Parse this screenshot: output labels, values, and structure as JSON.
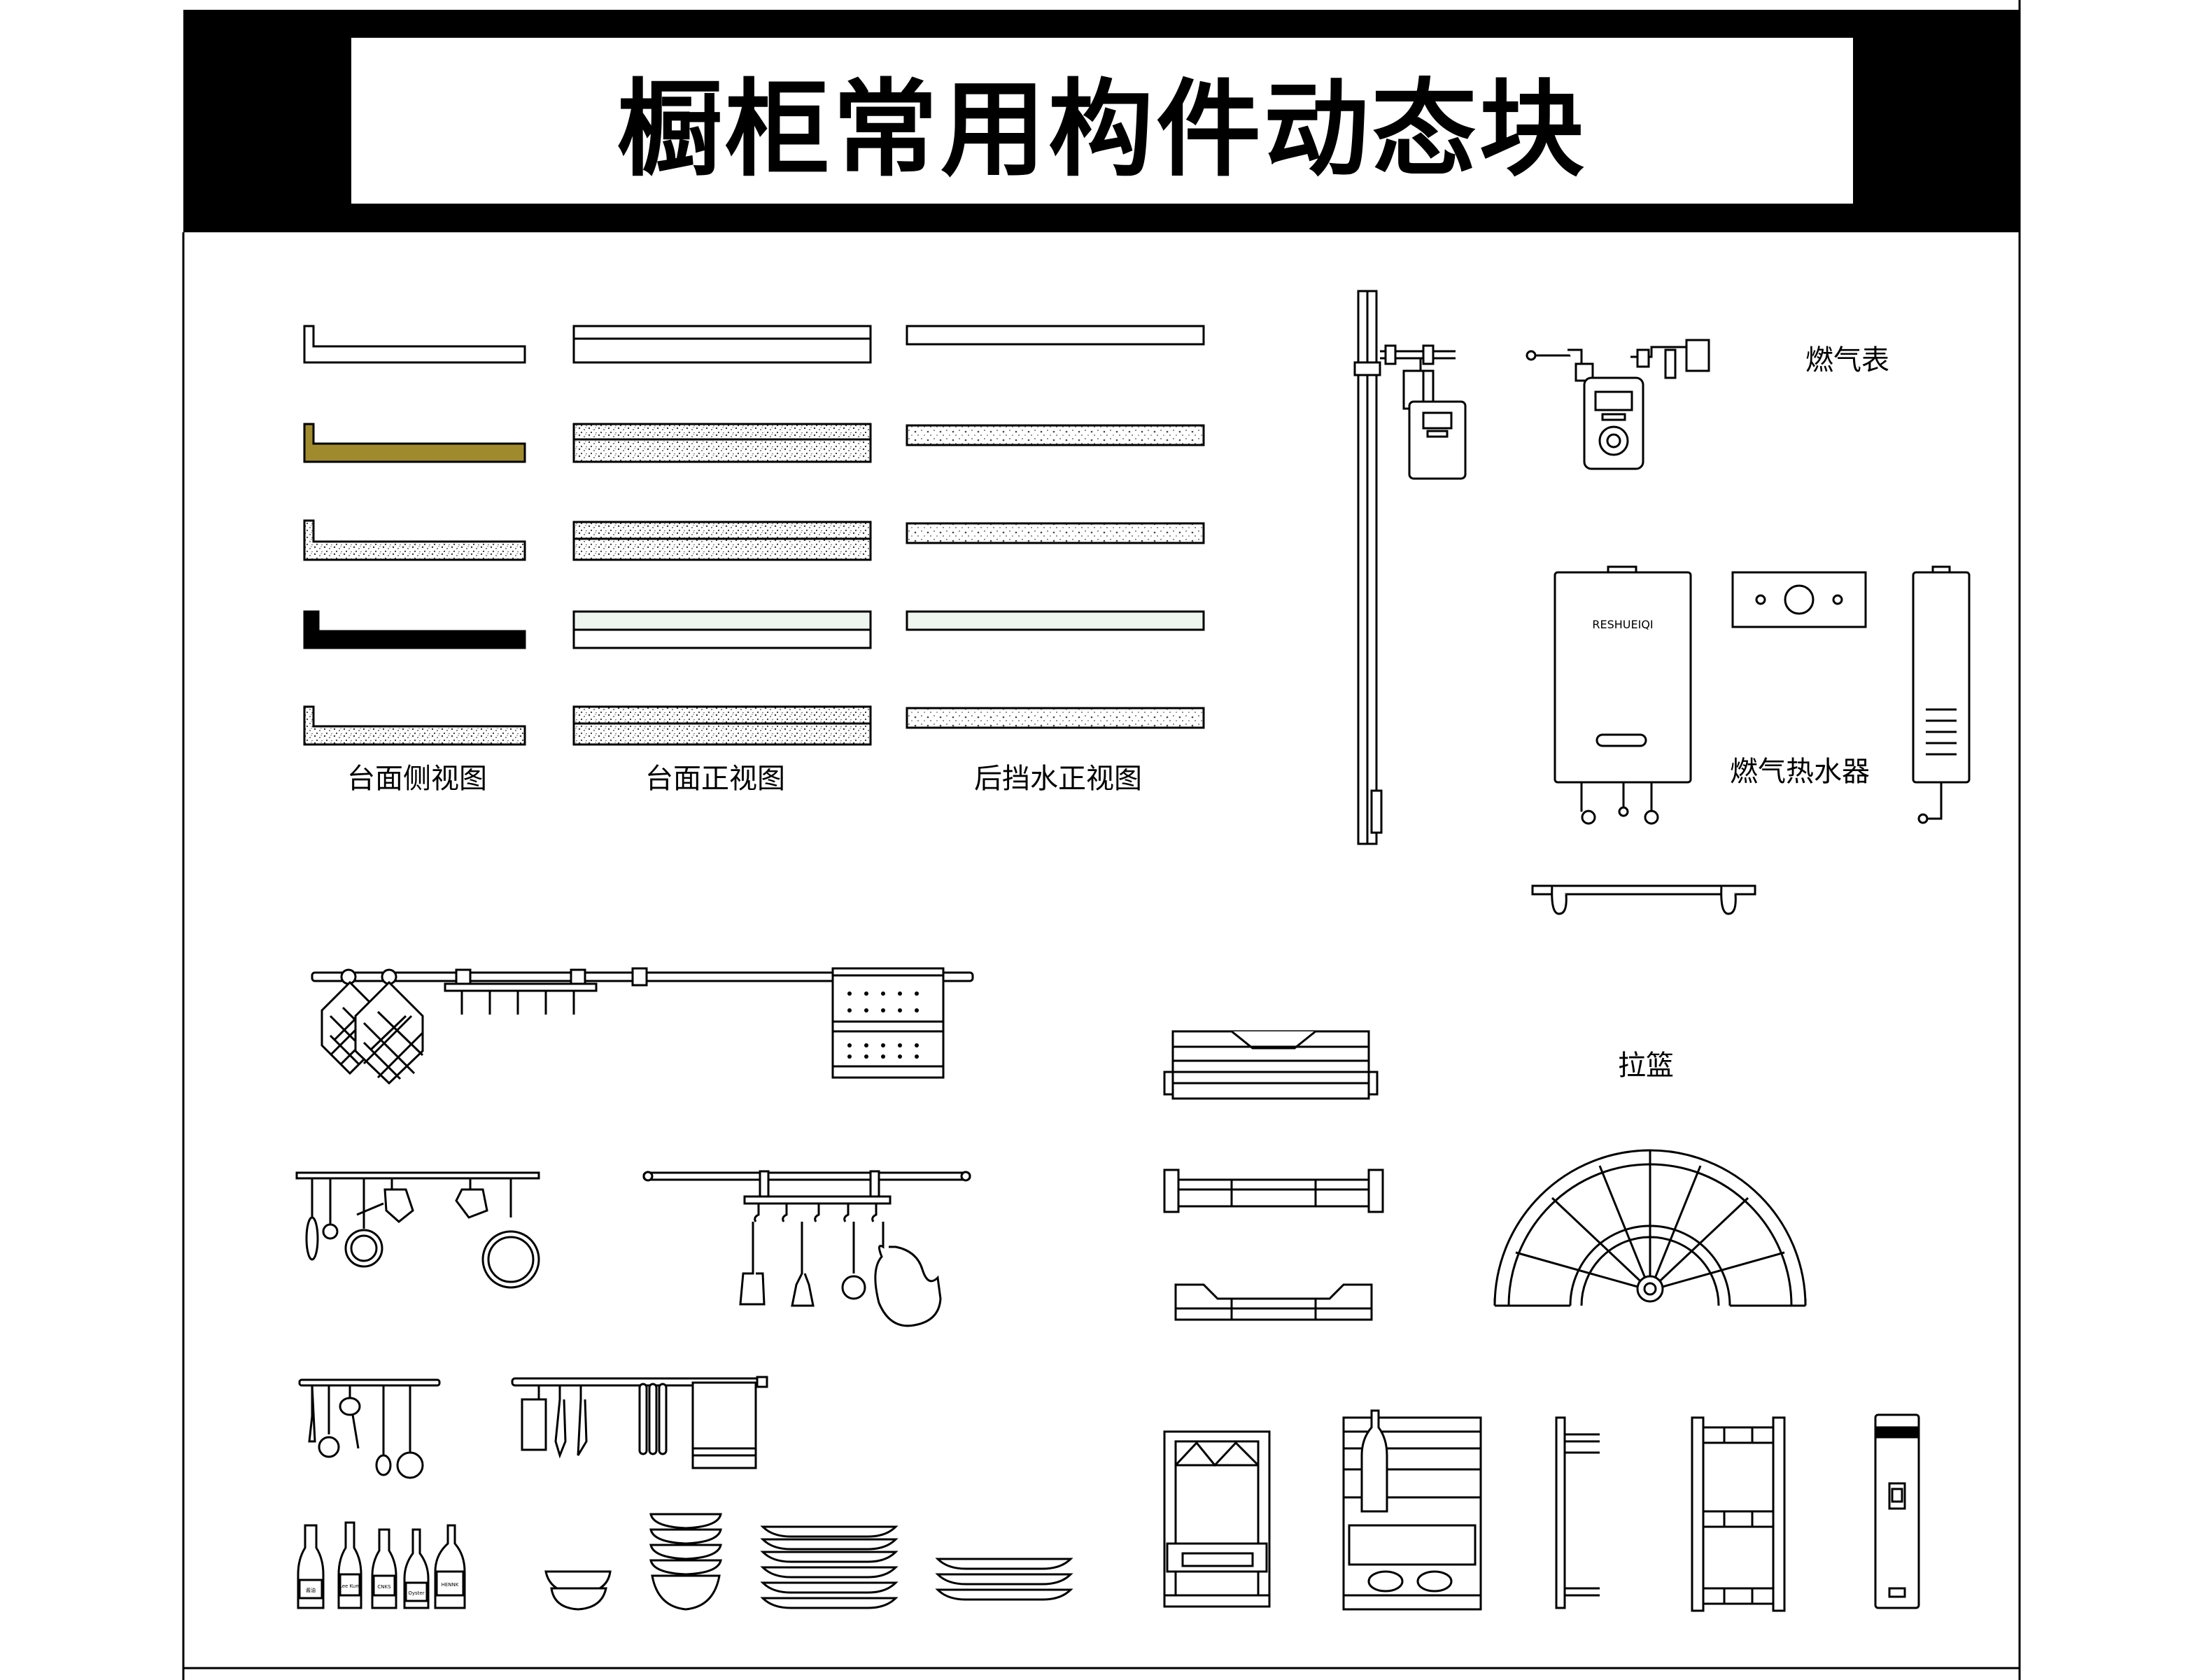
{
  "sheet": {
    "title": "橱柜常用构件动态块"
  },
  "labels": {
    "countertop_side": "台面侧视图",
    "countertop_front": "台面正视图",
    "backsplash_front": "后挡水正视图",
    "gas_meter": "燃气表",
    "gas_water_heater": "燃气热水器",
    "pull_basket": "拉篮"
  },
  "heater_brand": "RESHUEIQI",
  "bottle_labels": [
    "酱油",
    "Lee Kum",
    "CNKS",
    "Oyster",
    "HENNK"
  ],
  "colors": {
    "line": "#000000",
    "background": "#ffffff",
    "title_band": "#000000",
    "wood": "#a08a2e",
    "granite_dot": "#333333",
    "glass_tint": "#eef5ee"
  }
}
